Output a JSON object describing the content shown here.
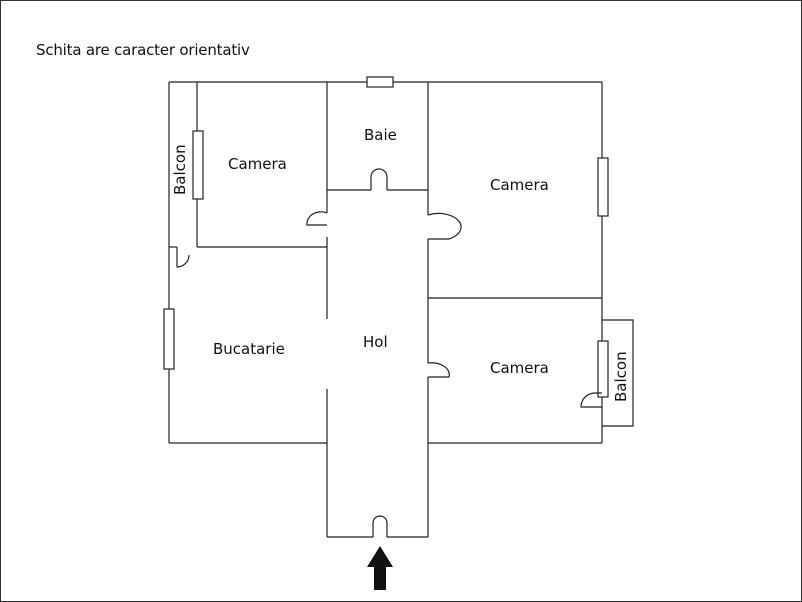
{
  "note": "Schita are caracter orientativ",
  "rooms": {
    "balcon_left": "Balcon",
    "camera_left": "Camera",
    "baie": "Baie",
    "camera_right_top": "Camera",
    "bucatarie": "Bucatarie",
    "hol": "Hol",
    "camera_right_bottom": "Camera",
    "balcon_right": "Balcon"
  },
  "colors": {
    "walls": "#222222",
    "background": "#ffffff"
  },
  "icons": {
    "entrance": "entrance-arrow-icon"
  }
}
